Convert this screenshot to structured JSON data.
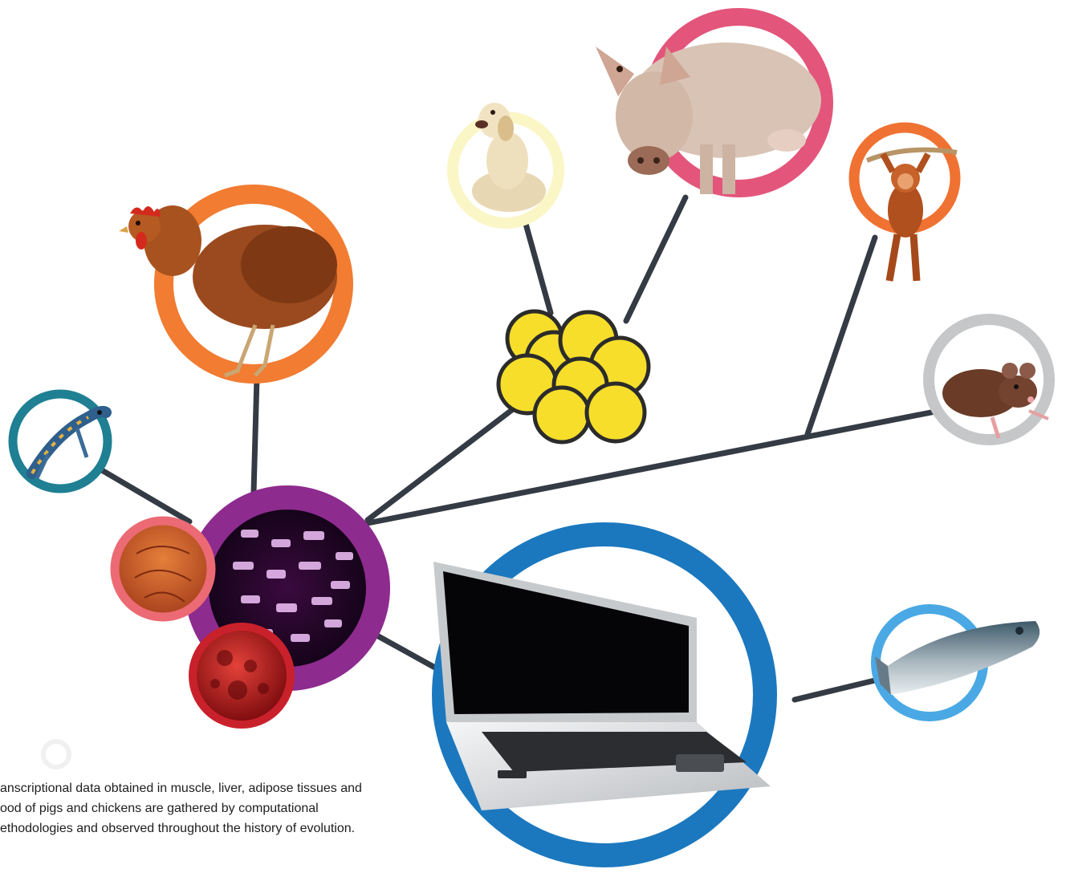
{
  "diagram": {
    "nodes": [
      {
        "id": "cells",
        "label": "yellow cell cluster",
        "ring_color": "#f6de2b"
      },
      {
        "id": "dog",
        "label": "dog",
        "icon": "dog-icon",
        "ring_color": "#fbf6c6"
      },
      {
        "id": "pig",
        "label": "pig",
        "icon": "pig-icon",
        "ring_color": "#e3557b"
      },
      {
        "id": "orangutan",
        "label": "orangutan",
        "icon": "orangutan-icon",
        "ring_color": "#ef7232"
      },
      {
        "id": "mouse",
        "label": "mouse",
        "icon": "mouse-icon",
        "ring_color": "#c5c7c8"
      },
      {
        "id": "chicken",
        "label": "chicken",
        "icon": "chicken-icon",
        "ring_color": "#f17c32"
      },
      {
        "id": "lizard",
        "label": "lizard",
        "icon": "lizard-icon",
        "ring_color": "#1f7f93"
      },
      {
        "id": "dna",
        "label": "dna gel",
        "icon": "dna-gel-icon",
        "ring_color": "#8e2b8f"
      },
      {
        "id": "muscle",
        "label": "muscle tissue",
        "icon": "muscle-tissue-icon",
        "ring_color": "#ec6a74"
      },
      {
        "id": "blood",
        "label": "blood cells",
        "icon": "blood-cells-icon",
        "ring_color": "#c9212b"
      },
      {
        "id": "laptop",
        "label": "laptop",
        "icon": "laptop-icon",
        "ring_color": "#1b78be"
      },
      {
        "id": "fish",
        "label": "fish",
        "icon": "fish-icon",
        "ring_color": "#4aa9e4"
      }
    ],
    "branch_color": "#343b44"
  },
  "caption": {
    "line1": "anscriptional data obtained in muscle, liver, adipose tissues and",
    "line2": "ood of pigs and chickens are gathered by computational",
    "line3": "ethodologies and observed throughout the history of evolution."
  }
}
